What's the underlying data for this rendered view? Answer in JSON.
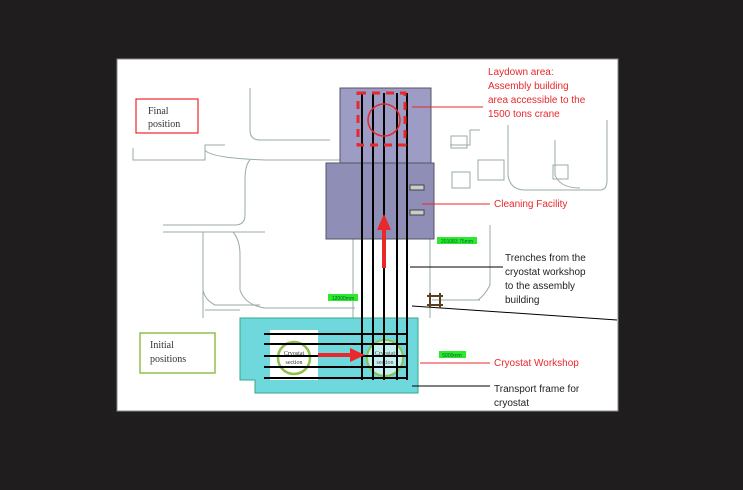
{
  "labels": {
    "final_position": [
      "Final",
      "position"
    ],
    "initial_positions": [
      "Initial",
      "positions"
    ],
    "laydown": [
      "Laydown area:",
      "Assembly building",
      "area accessible to the",
      "1500 tons crane"
    ],
    "cleaning": "Cleaning Facility",
    "trenches": [
      "Trenches from the",
      "cryostat workshop",
      "to the assembly",
      "building"
    ],
    "workshop": "Cryostat Workshop",
    "transport": [
      "Transport frame for",
      "cryostat"
    ],
    "cryostat_section": [
      "Cryostat",
      "section"
    ],
    "tags": [
      "201083.75mm",
      "12000mm",
      "5000mm"
    ]
  },
  "colors": {
    "red": "#e8282b",
    "green": "#8fc04a",
    "cyan": "#6fd8dc",
    "purple": "#8f8fb8",
    "tag": "#2ee82e"
  }
}
